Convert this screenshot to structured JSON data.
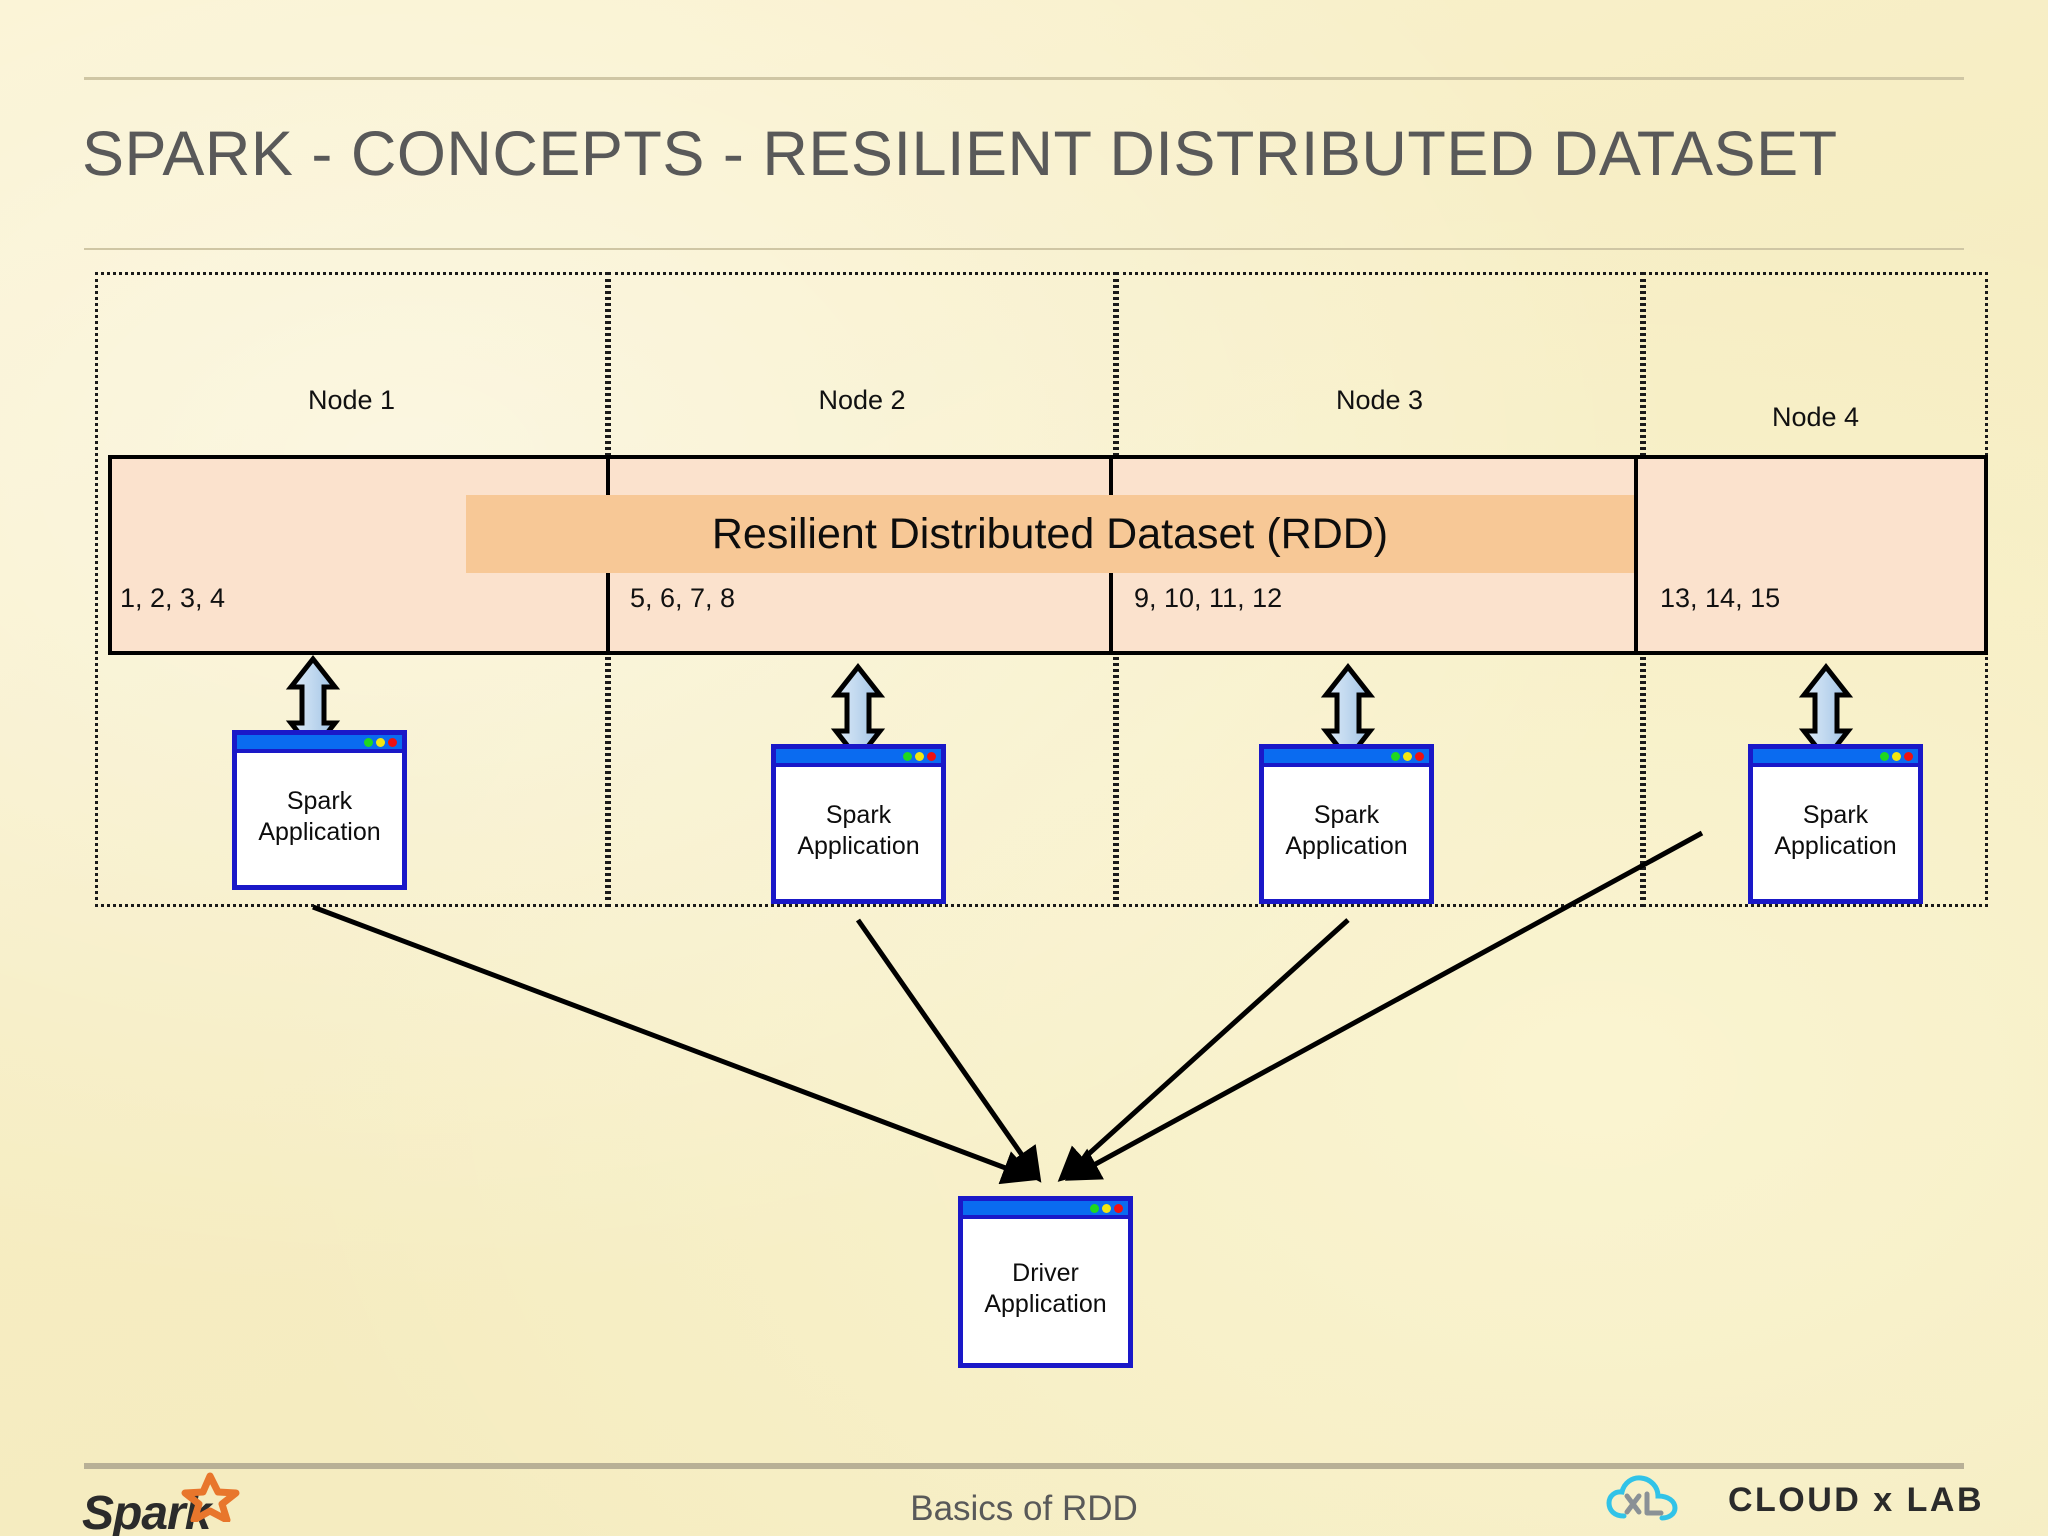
{
  "slide": {
    "title": "SPARK - CONCEPTS - RESILIENT DISTRIBUTED DATASET",
    "background_color": "#f8f0c8",
    "rule_color": "#cfc6a4"
  },
  "diagram": {
    "rdd_banner_label": "Resilient Distributed Dataset (RDD)",
    "rdd_band_color": "#fbe2cd",
    "rdd_banner_color": "#f7c896",
    "nodes": [
      {
        "label": "Node 1",
        "partition": "1, 2, 3, 4",
        "app_line1": "Spark",
        "app_line2": "Application"
      },
      {
        "label": "Node 2",
        "partition": "5, 6, 7, 8",
        "app_line1": "Spark",
        "app_line2": "Application"
      },
      {
        "label": "Node 3",
        "partition": "9, 10, 11, 12",
        "app_line1": "Spark",
        "app_line2": "Application"
      },
      {
        "label": "Node 4",
        "partition": "13, 14, 15",
        "app_line1": "Spark",
        "app_line2": "Application"
      }
    ],
    "driver": {
      "line1": "Driver",
      "line2": "Application"
    },
    "window_chrome": {
      "border_color": "#1a18c8",
      "titlebar_color": "#0a6bf0",
      "dot_green": "#1fd81f",
      "dot_yellow": "#f2e712",
      "dot_red": "#ef1010"
    },
    "arrow_color": "#000000",
    "sync_arrow_fill": "#c3daf0"
  },
  "footer": {
    "center_text": "Basics of RDD",
    "spark_logo_text": "Spark",
    "spark_star_color": "#e8762c",
    "cxl_wordmark": "CLOUD x LAB",
    "cxl_cloud_color": "#31c3e8",
    "cxl_mono_color": "#8a9196"
  }
}
